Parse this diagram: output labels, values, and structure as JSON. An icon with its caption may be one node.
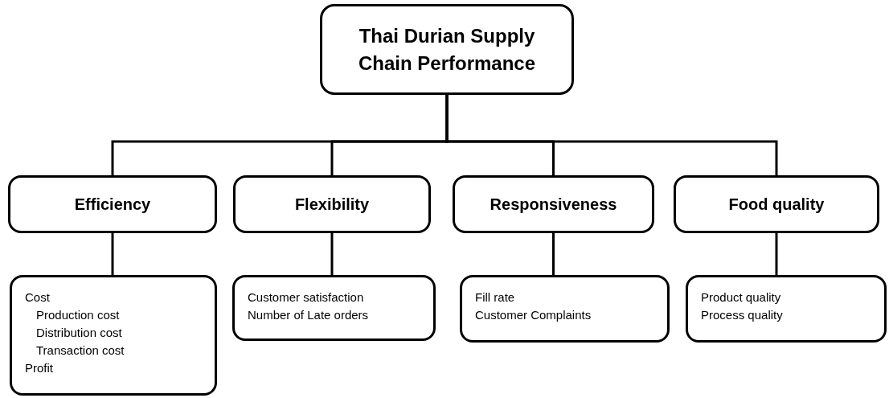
{
  "diagram": {
    "nodes": [
      {
        "text": [
          "Thai Durian Supply Chain Performance"
        ]
      },
      {
        "text": [
          "Efficiency"
        ]
      },
      {
        "text": [
          "Flexibility"
        ]
      },
      {
        "text": [
          "Responsiveness"
        ]
      },
      {
        "text": [
          "Food quality"
        ]
      },
      {
        "text": [
          "Cost",
          "Production cost",
          "Distribution cost",
          "Transaction cost",
          "Profit"
        ]
      },
      {
        "text": [
          "Customer satisfaction",
          "Number of Late orders"
        ]
      },
      {
        "text": [
          "Fill rate",
          "Customer Complaints"
        ]
      },
      {
        "text": [
          "Product quality",
          "Process quality"
        ]
      }
    ],
    "edges": [
      {
        "from": 0,
        "to": 1,
        "arrow": "none"
      },
      {
        "from": 0,
        "to": 2,
        "arrow": "none"
      },
      {
        "from": 0,
        "to": 3,
        "arrow": "none"
      },
      {
        "from": 0,
        "to": 4,
        "arrow": "none"
      },
      {
        "from": 1,
        "to": 5,
        "arrow": "none"
      },
      {
        "from": 2,
        "to": 6,
        "arrow": "none"
      },
      {
        "from": 3,
        "to": 7,
        "arrow": "none"
      },
      {
        "from": 4,
        "to": 8,
        "arrow": "none"
      }
    ]
  }
}
